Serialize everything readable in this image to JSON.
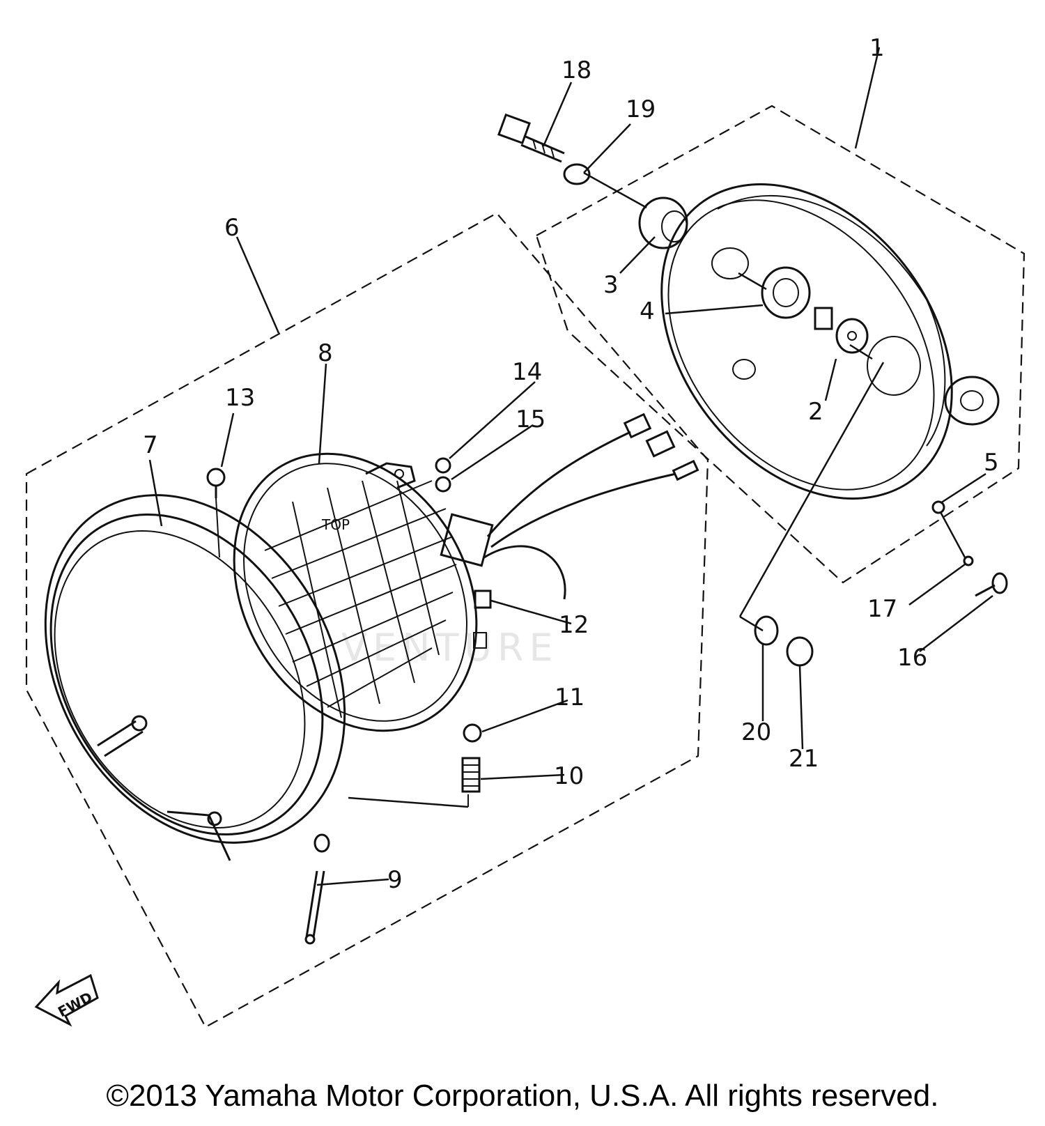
{
  "diagram": {
    "callouts": [
      {
        "id": "1",
        "label": "1"
      },
      {
        "id": "2",
        "label": "2"
      },
      {
        "id": "3",
        "label": "3"
      },
      {
        "id": "4",
        "label": "4"
      },
      {
        "id": "5",
        "label": "5"
      },
      {
        "id": "6",
        "label": "6"
      },
      {
        "id": "7",
        "label": "7"
      },
      {
        "id": "8",
        "label": "8"
      },
      {
        "id": "9",
        "label": "9"
      },
      {
        "id": "10",
        "label": "10"
      },
      {
        "id": "11",
        "label": "11"
      },
      {
        "id": "12",
        "label": "12"
      },
      {
        "id": "13",
        "label": "13"
      },
      {
        "id": "14",
        "label": "14"
      },
      {
        "id": "15",
        "label": "15"
      },
      {
        "id": "16",
        "label": "16"
      },
      {
        "id": "17",
        "label": "17"
      },
      {
        "id": "18",
        "label": "18"
      },
      {
        "id": "19",
        "label": "19"
      },
      {
        "id": "20",
        "label": "20"
      },
      {
        "id": "21",
        "label": "21"
      }
    ],
    "lens_marking": "TOP",
    "fwd_arrow_label": "FWD",
    "watermark": "VENTURE"
  },
  "footer": {
    "copyright": "©2013 Yamaha Motor Corporation, U.S.A. All rights reserved."
  }
}
